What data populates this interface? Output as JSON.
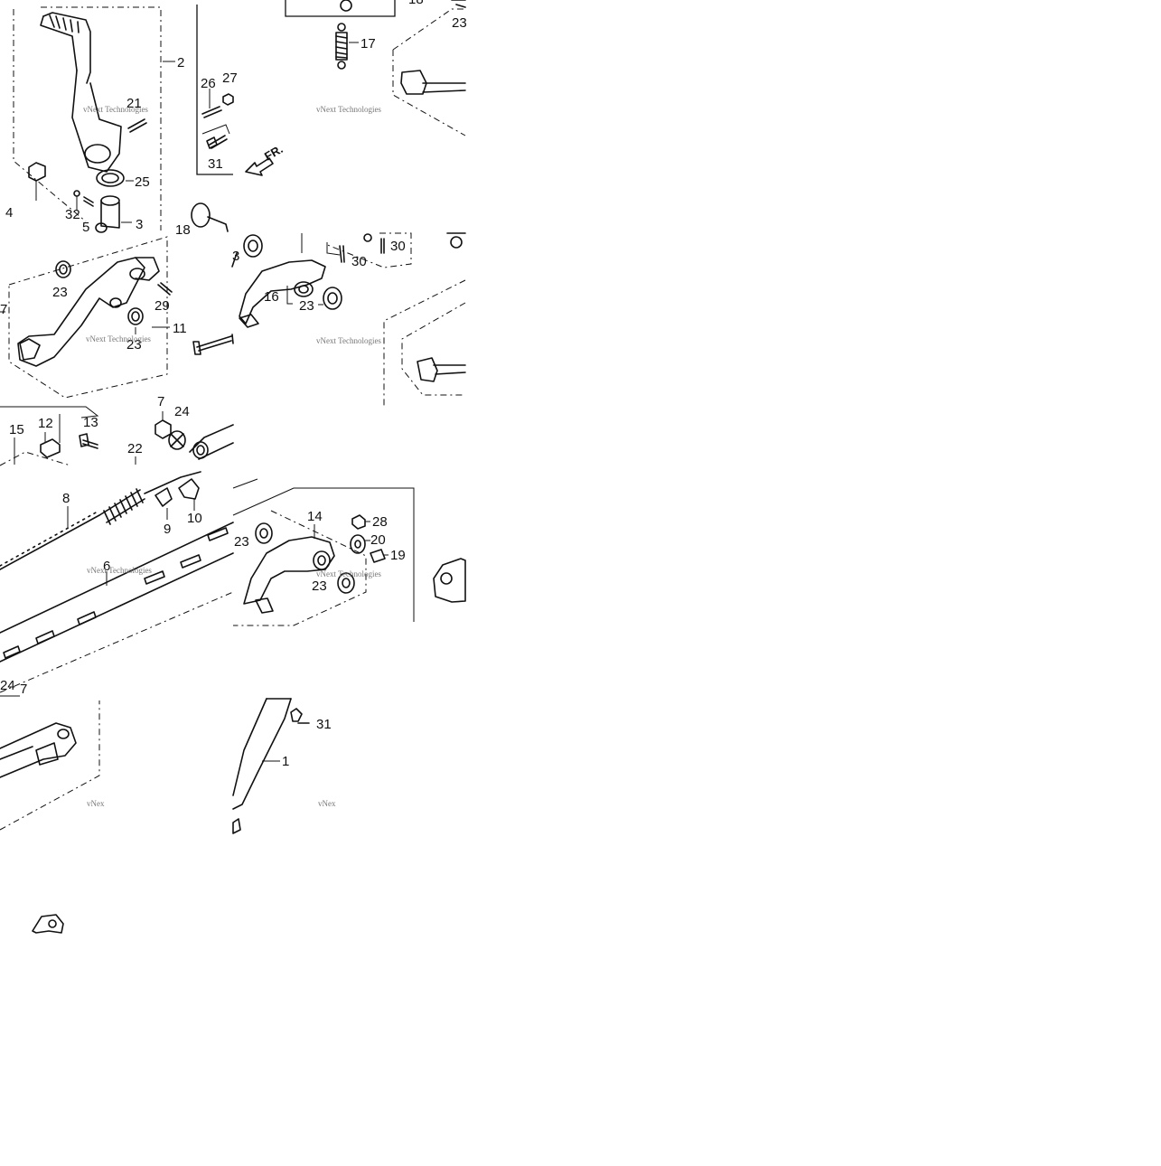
{
  "diagram": {
    "watermark": "vNext Technologies",
    "watermark_short": "vNex",
    "direction_label": "FR.",
    "labels": {
      "a1": "18",
      "a2": "2",
      "a3": "21",
      "a4": "25",
      "a5": "4",
      "a6": "32",
      "a7": "5",
      "a8": "3",
      "b1": "17",
      "b2": "26",
      "b3": "27",
      "b4": "31",
      "b5": "18",
      "b6": "23",
      "c1": "23",
      "c2": "29",
      "c3": "11",
      "c4": "23",
      "c5": "7",
      "d1": "30",
      "d2": "30",
      "d3": "16",
      "d4": "23",
      "d5": "3",
      "e1": "15",
      "e2": "12",
      "e3": "13",
      "e4": "22",
      "e5": "7",
      "e6": "24",
      "f1": "8",
      "f2": "9",
      "f3": "10",
      "f4": "6",
      "f5": "24",
      "f6": "7",
      "g1": "14",
      "g2": "28",
      "g3": "20",
      "g4": "19",
      "g5": "23",
      "g6": "23",
      "h1": "31",
      "h2": "1"
    }
  }
}
